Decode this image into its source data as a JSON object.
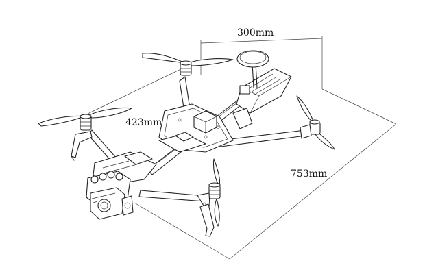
{
  "dimensions": {
    "width_label": "300mm",
    "length_label": "423mm",
    "diagonal_label": "753mm"
  },
  "colors": {
    "line": "#222222",
    "background": "#ffffff"
  }
}
